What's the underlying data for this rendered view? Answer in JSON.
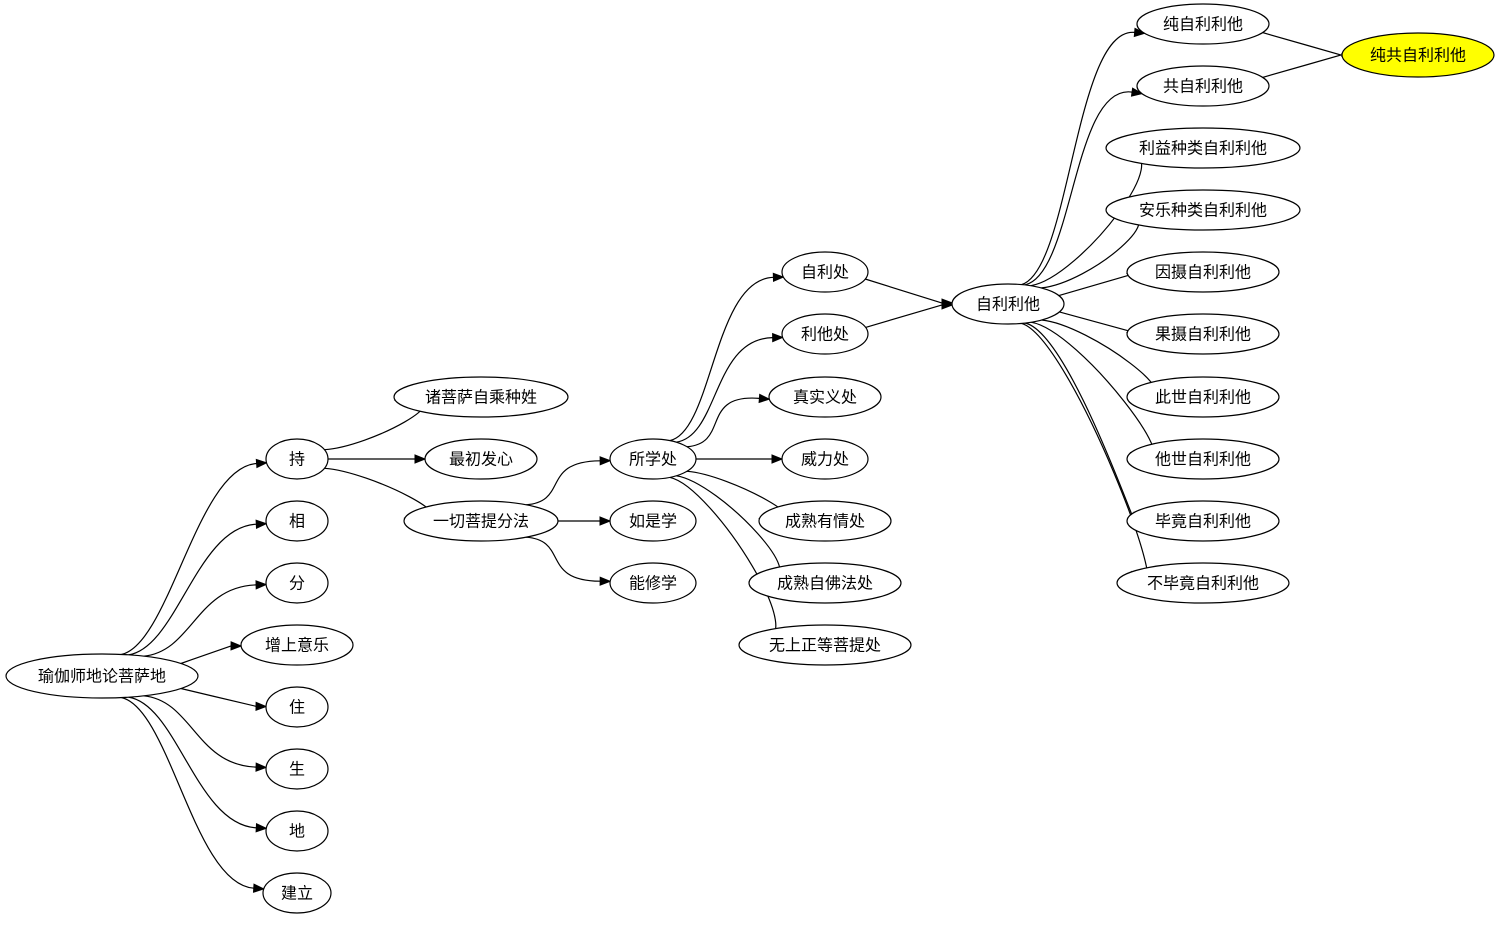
{
  "diagram": {
    "nodes": [
      {
        "id": "root",
        "label": "瑜伽师地论菩萨地"
      },
      {
        "id": "chi",
        "label": "持"
      },
      {
        "id": "xiang",
        "label": "相"
      },
      {
        "id": "fen",
        "label": "分"
      },
      {
        "id": "zengshang",
        "label": "增上意乐"
      },
      {
        "id": "zhu",
        "label": "住"
      },
      {
        "id": "sheng",
        "label": "生"
      },
      {
        "id": "di",
        "label": "地"
      },
      {
        "id": "jianli",
        "label": "建立"
      },
      {
        "id": "zhupusa",
        "label": "诸菩萨自乘种姓"
      },
      {
        "id": "zuichu",
        "label": "最初发心"
      },
      {
        "id": "yiqie",
        "label": "一切菩提分法"
      },
      {
        "id": "suoxuechu",
        "label": "所学处"
      },
      {
        "id": "rushixue",
        "label": "如是学"
      },
      {
        "id": "nengxiuxue",
        "label": "能修学"
      },
      {
        "id": "zilichu",
        "label": "自利处"
      },
      {
        "id": "litachu",
        "label": "利他处"
      },
      {
        "id": "zhenshi",
        "label": "真实义处"
      },
      {
        "id": "weili",
        "label": "威力处"
      },
      {
        "id": "chengshu_youqing",
        "label": "成熟有情处"
      },
      {
        "id": "chengshu_fofa",
        "label": "成熟自佛法处"
      },
      {
        "id": "wushang",
        "label": "无上正等菩提处"
      },
      {
        "id": "ziliita",
        "label": "自利利他"
      },
      {
        "id": "chun",
        "label": "纯自利利他"
      },
      {
        "id": "gong",
        "label": "共自利利他"
      },
      {
        "id": "liyi",
        "label": "利益种类自利利他"
      },
      {
        "id": "anle",
        "label": "安乐种类自利利他"
      },
      {
        "id": "yinshe",
        "label": "因摄自利利他"
      },
      {
        "id": "guoshe",
        "label": "果摄自利利他"
      },
      {
        "id": "cishi",
        "label": "此世自利利他"
      },
      {
        "id": "tashi",
        "label": "他世自利利他"
      },
      {
        "id": "bijing",
        "label": "毕竟自利利他"
      },
      {
        "id": "bubijing",
        "label": "不毕竟自利利他"
      },
      {
        "id": "chungong",
        "label": "纯共自利利他",
        "fill": "#ffff00"
      }
    ],
    "edges": [
      [
        "root",
        "chi"
      ],
      [
        "root",
        "xiang"
      ],
      [
        "root",
        "fen"
      ],
      [
        "root",
        "zengshang"
      ],
      [
        "root",
        "zhu"
      ],
      [
        "root",
        "sheng"
      ],
      [
        "root",
        "di"
      ],
      [
        "root",
        "jianli"
      ],
      [
        "chi",
        "zhupusa"
      ],
      [
        "chi",
        "zuichu"
      ],
      [
        "chi",
        "yiqie"
      ],
      [
        "yiqie",
        "suoxuechu"
      ],
      [
        "yiqie",
        "rushixue"
      ],
      [
        "yiqie",
        "nengxiuxue"
      ],
      [
        "suoxuechu",
        "zilichu"
      ],
      [
        "suoxuechu",
        "litachu"
      ],
      [
        "suoxuechu",
        "zhenshi"
      ],
      [
        "suoxuechu",
        "weili"
      ],
      [
        "suoxuechu",
        "chengshu_youqing"
      ],
      [
        "suoxuechu",
        "chengshu_fofa"
      ],
      [
        "suoxuechu",
        "wushang"
      ],
      [
        "zilichu",
        "ziliita"
      ],
      [
        "litachu",
        "ziliita"
      ],
      [
        "ziliita",
        "chun"
      ],
      [
        "ziliita",
        "gong"
      ],
      [
        "ziliita",
        "liyi"
      ],
      [
        "ziliita",
        "anle"
      ],
      [
        "ziliita",
        "yinshe"
      ],
      [
        "ziliita",
        "guoshe"
      ],
      [
        "ziliita",
        "cishi"
      ],
      [
        "ziliita",
        "tashi"
      ],
      [
        "ziliita",
        "bijing"
      ],
      [
        "ziliita",
        "bubijing"
      ],
      [
        "chun",
        "chungong"
      ],
      [
        "gong",
        "chungong"
      ]
    ]
  }
}
